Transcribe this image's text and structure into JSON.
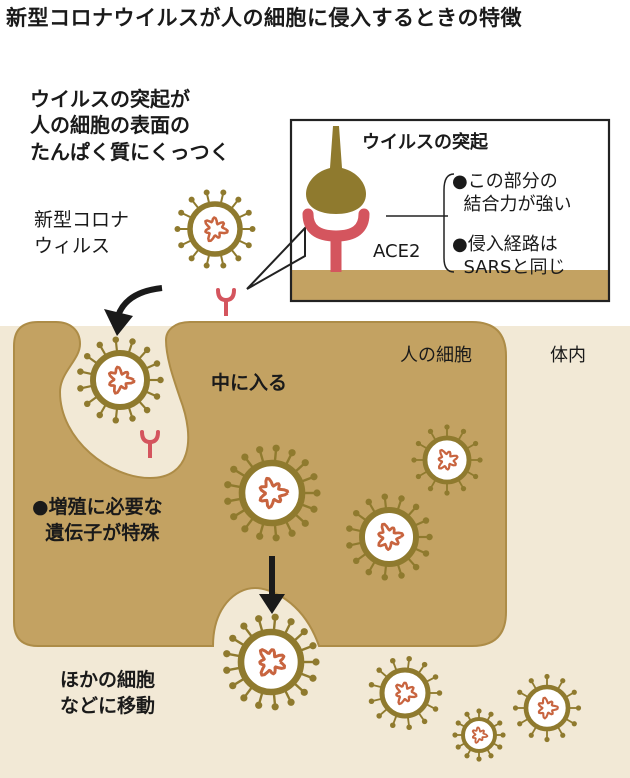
{
  "title": "新型コロナウイルスが人の細胞に侵入するときの特徴",
  "lead": "ウイルスの突起が\n人の細胞の表面の\nたんぱく質にくっつく",
  "virus_name": "新型コロナ\nウィルス",
  "inset": {
    "spike_title": "ウイルスの突起",
    "ace2": "ACE2",
    "note1": "●この部分の\n  結合力が強い",
    "note2": "●侵入経路は\n  SARSと同じ"
  },
  "cell_label": "人の細胞",
  "body_label": "体内",
  "enter_label": "中に入る",
  "special_label": "●増殖に必要な\n  遺伝子が特殊",
  "move_label": "ほかの細胞\nなどに移動",
  "colors": {
    "body_bg": "#f2e9d6",
    "cell_fill": "#c3a262",
    "cell_stroke": "#ad8c47",
    "virus_ring": "#8f7a2e",
    "rna": "#c8643f",
    "ace2": "#d4555e",
    "inset_ground": "#c3a262"
  },
  "icons": [
    "virus-icon",
    "ace2-receptor-icon",
    "down-arrow-icon",
    "callout-box"
  ]
}
